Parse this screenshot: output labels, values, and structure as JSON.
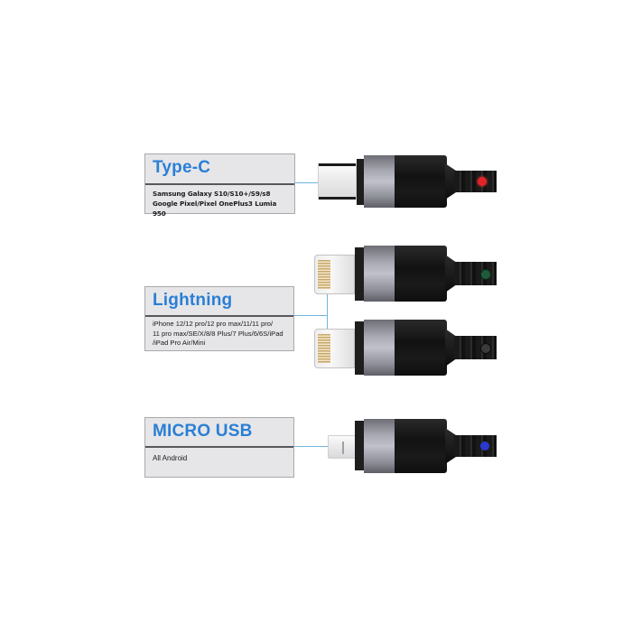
{
  "labels": [
    {
      "id": "type-c",
      "title": "Type-C",
      "description_lines": [
        "Samsung Galaxy S10/S10+/S9/s8",
        "Google Pixel/Pixel OnePlus3 Lumia 950"
      ]
    },
    {
      "id": "lightning",
      "title": "Lightning",
      "description_lines": [
        "iPhone 12/12 pro/12 pro max/11/11 pro/",
        "11 pro max/SE/X/8/8 Plus/7 Plus/6/6S/iPad",
        "/iPad Pro Air/Mini"
      ]
    },
    {
      "id": "micro-usb",
      "title": "MICRO USB",
      "description_lines": [
        "All Android"
      ]
    }
  ],
  "connectors": [
    {
      "type": "Type-C",
      "indicator_color": "#e0242a"
    },
    {
      "type": "Lightning",
      "indicator_color": "#1f5a3a"
    },
    {
      "type": "Lightning",
      "indicator_color": "#3a3a3a"
    },
    {
      "type": "Micro USB",
      "indicator_color": "#2a3ad0"
    }
  ],
  "colors": {
    "accent": "#2a7fd6",
    "connector_line": "#6fb4e0",
    "box_bg": "#e6e6e8"
  }
}
